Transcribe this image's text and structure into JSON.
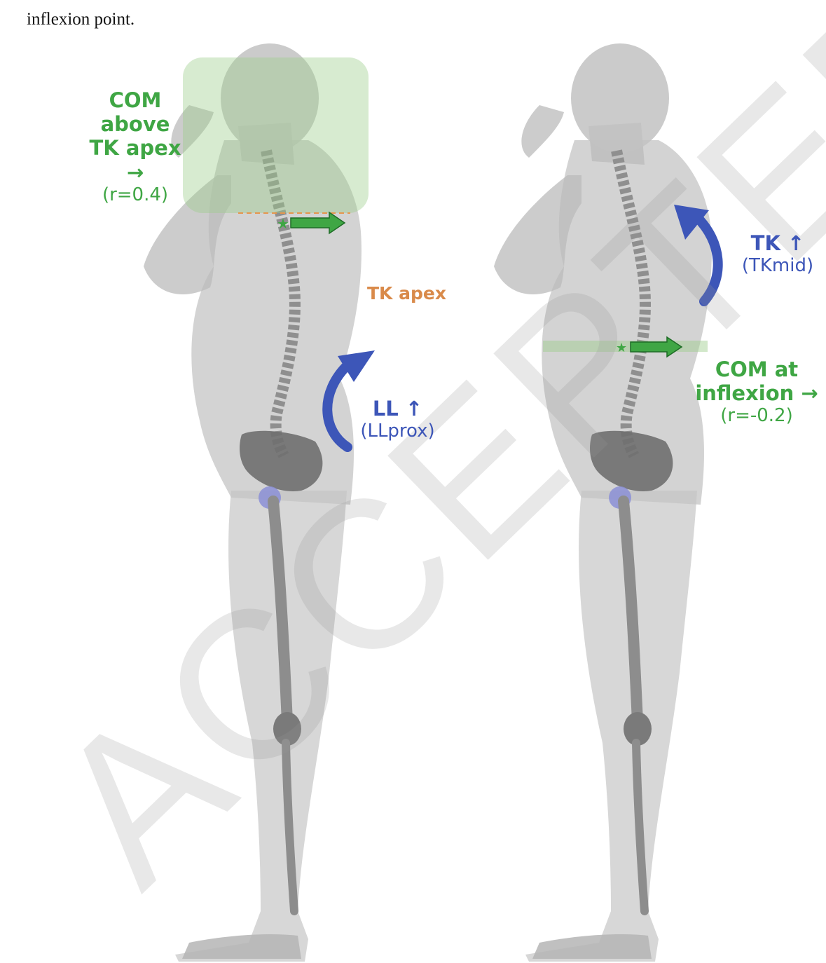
{
  "page": {
    "caption": "inflexion point."
  },
  "left_panel": {
    "com_label": {
      "line1": "COM above",
      "line2": "TK apex →",
      "line3": "(r=0.4)"
    },
    "tk_apex_label": "TK apex",
    "ll_label": {
      "line1": "LL ↑",
      "line2": "(LLprox)"
    }
  },
  "right_panel": {
    "tk_label": {
      "line1": "TK ↑",
      "line2": "(TKmid)"
    },
    "com_label": {
      "line1": "COM at",
      "line2": "inflexion →",
      "line3": "(r=-0.2)"
    }
  },
  "watermark": "ACCEPTED",
  "colors": {
    "green": "#3fa644",
    "blue": "#3d56b8",
    "orange": "#d98a4a",
    "body": "#c4c4c4",
    "bone": "#8f8f8f"
  }
}
